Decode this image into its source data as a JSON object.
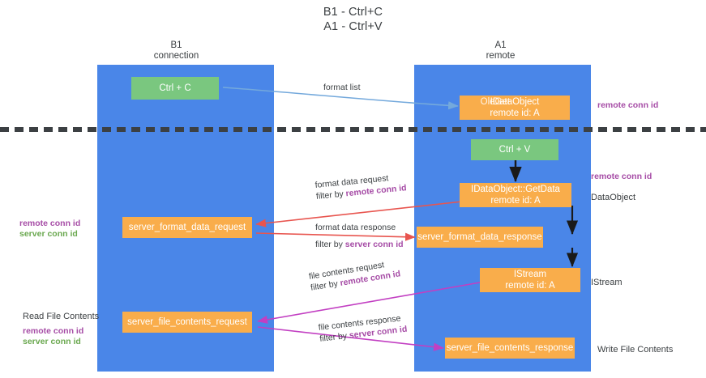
{
  "title": {
    "line1": "B1 - Ctrl+C",
    "line2": "A1 - Ctrl+V"
  },
  "columns": [
    {
      "name": "B1",
      "role": "connection"
    },
    {
      "name": "A1",
      "role": "remote"
    }
  ],
  "nodes": {
    "ctrl_c": {
      "label": "Ctrl + C"
    },
    "ctrl_v": {
      "label": "Ctrl + V"
    },
    "ole_data_object": {
      "label": "IDataObject",
      "overlay": "OleGet",
      "sub": "remote id: A"
    },
    "get_data": {
      "label": "IDataObject::GetData",
      "sub": "remote id: A"
    },
    "istream": {
      "label": "IStream",
      "sub": "remote id: A"
    },
    "server_format_data_request": {
      "label": "server_format_data_request"
    },
    "server_format_data_response": {
      "label": "server_format_data_response"
    },
    "server_file_contents_request": {
      "label": "server_file_contents_request"
    },
    "server_file_contents_response": {
      "label": "server_file_contents_response"
    }
  },
  "edge_labels": {
    "format_list": "format list",
    "format_data_request": "format data request",
    "format_data_request_filter_prefix": "filter by ",
    "format_data_request_filter_key": "remote conn id",
    "format_data_response": "format data response",
    "format_data_response_filter_prefix": "filter by ",
    "format_data_response_filter_key": "server conn id",
    "file_contents_request": "file contents request",
    "file_contents_request_filter_prefix": "filter by ",
    "file_contents_request_filter_key": "remote conn id",
    "file_contents_response": "file contents response",
    "file_contents_response_filter_prefix": "filter by ",
    "file_contents_response_filter_key": "server conn id"
  },
  "annotations": {
    "right_remote_conn_id_top": "remote conn id",
    "right_remote_conn_id_mid": "remote conn id",
    "right_data_object": "DataObject",
    "right_istream": "IStream",
    "right_write_file_contents": "Write File Contents",
    "left_remote_conn_id": "remote conn id",
    "left_server_conn_id": "server conn id",
    "left_read_file_contents": "Read File Contents",
    "left_remote_conn_id_2": "remote conn id",
    "left_server_conn_id_2": "server conn id"
  },
  "colors": {
    "lane": "#4a86e8",
    "green_node": "#7ac77f",
    "orange_node": "#f9ad4b",
    "purple_text": "#a64ca6",
    "green_text": "#6aa84f",
    "arrow_blue": "#74a9dc",
    "arrow_red": "#e8554f",
    "arrow_magenta": "#c23fc2",
    "arrow_black": "#1a1a1a",
    "divider": "#3c4043"
  }
}
